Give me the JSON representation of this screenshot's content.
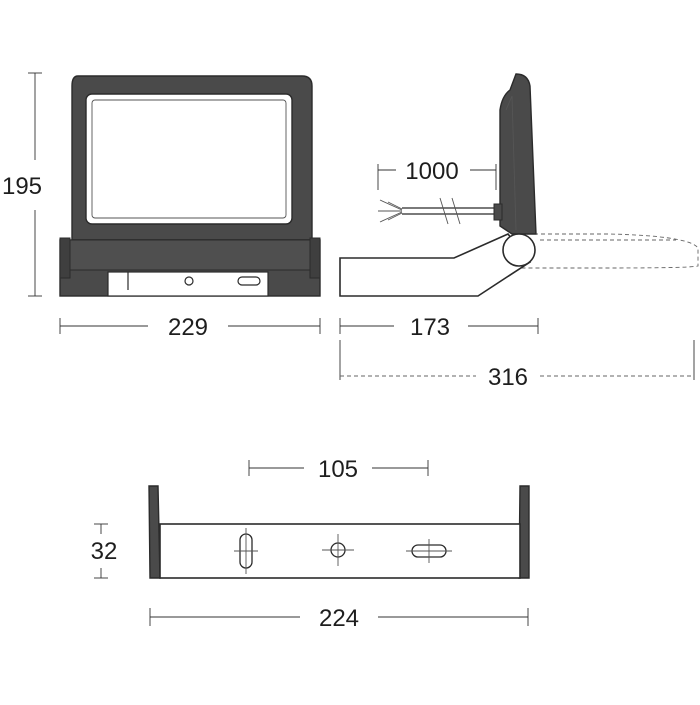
{
  "dimensions": {
    "height_front": "195",
    "width_front": "229",
    "depth_side": "173",
    "depth_tilted": "316",
    "cable_length": "1000",
    "hole_spacing": "105",
    "bracket_height": "32",
    "bracket_width": "224"
  },
  "colors": {
    "housing": "#4a4a4a",
    "line": "#2b2b2b",
    "background": "#ffffff"
  }
}
